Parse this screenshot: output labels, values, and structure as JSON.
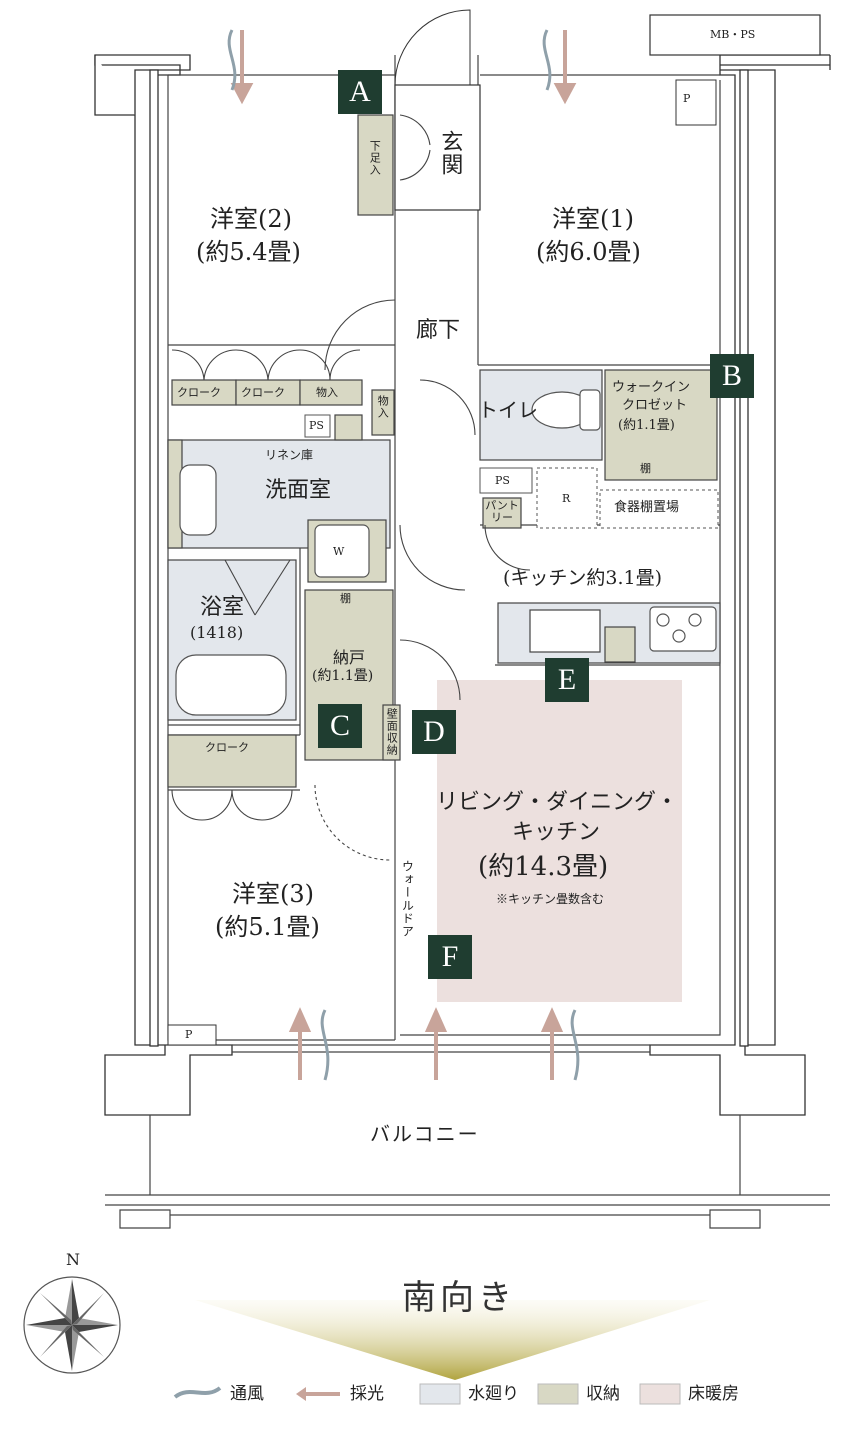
{
  "rooms": {
    "western2": {
      "name": "洋室(2)",
      "size": "(約5.4畳)"
    },
    "western1": {
      "name": "洋室(1)",
      "size": "(約6.0畳)"
    },
    "western3": {
      "name": "洋室(3)",
      "size": "(約5.1畳)"
    },
    "entrance": "玄関",
    "hallway": "廊下",
    "washroom": "洗面室",
    "bath": {
      "name": "浴室",
      "size": "(1418)"
    },
    "toilet": "トイレ",
    "walkin": {
      "line1": "ウォークイン",
      "line2": "クロゼット",
      "size": "(約1.1畳)"
    },
    "kitchen": "(キッチン約3.1畳)",
    "storage": {
      "name": "納戸",
      "size": "(約1.1畳)"
    },
    "ldk": {
      "line1": "リビング・ダイニング・",
      "line2": "キッチン",
      "size": "(約14.3畳)",
      "note": "※キッチン畳数含む"
    }
  },
  "labels": {
    "mbps": "MB・PS",
    "p": "P",
    "closet": "クローク",
    "monoire": "物入",
    "ps": "PS",
    "linen": "リネン庫",
    "w": "W",
    "r": "R",
    "dish": "食器棚置場",
    "pantry": "パントリー",
    "shelf": "棚",
    "shoe": "下足入",
    "wall_storage": "壁面収納",
    "wall_door": "ウォールドア",
    "balcony": "バルコニー",
    "north": "N",
    "orientation": "南向き"
  },
  "markers": [
    "A",
    "B",
    "C",
    "D",
    "E",
    "F"
  ],
  "legend": {
    "ventilation": "通風",
    "daylight": "採光",
    "water": "水廻り",
    "storage": "収納",
    "floor_heating": "床暖房"
  },
  "colors": {
    "water": "#e3e7ec",
    "storage": "#d8d8c4",
    "floor_heating": "#ece0de",
    "wall": "#ffffff",
    "marker": "#1f3d30",
    "arrow": "#c8a49a",
    "wind": "#8fa0aa"
  }
}
